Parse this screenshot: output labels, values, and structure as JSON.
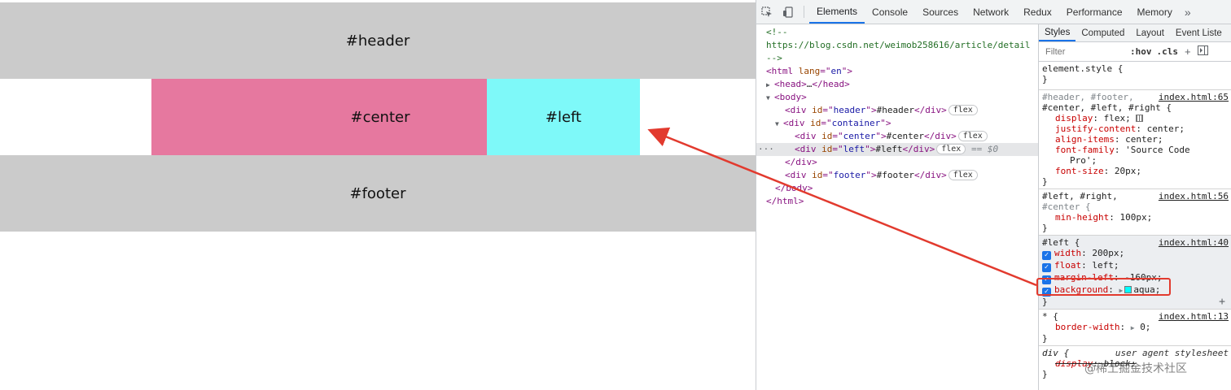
{
  "page": {
    "header": "#header",
    "center": "#center",
    "left": "#left",
    "footer": "#footer"
  },
  "toolbar": {
    "tabs": [
      "Elements",
      "Console",
      "Sources",
      "Network",
      "Redux",
      "Performance",
      "Memory"
    ],
    "more": "»"
  },
  "dom": {
    "comment_open": "<!--",
    "comment_url": "https://blog.csdn.net/weimob258616/article/detail",
    "comment_close": "-->",
    "html_lang": "en",
    "header_id": "header",
    "header_text": "#header",
    "container_id": "container",
    "center_id": "center",
    "center_text": "#center",
    "left_id": "left",
    "left_text": "#left",
    "footer_id": "footer",
    "footer_text": "#footer",
    "badge": "flex",
    "selected_marker": "== $0",
    "ellipsis": "…",
    "row_dots": "···"
  },
  "styles": {
    "tabs": [
      "Styles",
      "Computed",
      "Layout",
      "Event Liste"
    ],
    "filter_placeholder": "Filter",
    "hov": ":hov",
    "cls": ".cls",
    "element_style": "element.style {",
    "rule1": {
      "selector_1": "#header, #footer,",
      "selector_2": "#center, #left, #right {",
      "source": "index.html:65",
      "props": [
        {
          "name": "display",
          "value": "flex;"
        },
        {
          "name": "justify-content",
          "value": "center;"
        },
        {
          "name": "align-items",
          "value": "center;"
        },
        {
          "name": "font-family",
          "value": "'Source Code"
        },
        {
          "name": "",
          "value": "Pro';"
        },
        {
          "name": "font-size",
          "value": "20px;"
        }
      ]
    },
    "rule2": {
      "selector_1": "#left, #right,",
      "selector_2": "#center {",
      "source": "index.html:56",
      "props": [
        {
          "name": "min-height",
          "value": "100px;"
        }
      ]
    },
    "rule3": {
      "selector": "#left {",
      "source": "index.html:40",
      "props": [
        {
          "name": "width",
          "value": "200px;"
        },
        {
          "name": "float",
          "value": "left;"
        },
        {
          "name": "margin-left",
          "value": "-160px;"
        },
        {
          "name": "background",
          "value": "aqua;"
        }
      ]
    },
    "rule4": {
      "selector": "* {",
      "source": "index.html:13",
      "props": [
        {
          "name": "border-width",
          "value": "0;"
        }
      ]
    },
    "rule5": {
      "selector": "div {",
      "source": "user agent stylesheet",
      "props": [
        {
          "name": "display",
          "value": "block;"
        }
      ]
    },
    "close": "}"
  },
  "watermark": "@稀土掘金技术社区"
}
